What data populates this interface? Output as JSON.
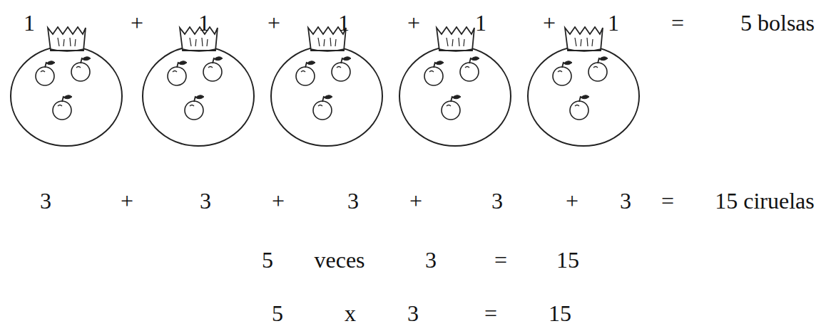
{
  "diagram": {
    "labels": [
      "1",
      "+",
      "1",
      "+",
      "1",
      "+",
      "1",
      "+",
      "1",
      "=",
      "5 bolsas",
      "3",
      "+",
      "3",
      "+",
      "3",
      "+",
      "3",
      "+",
      "3",
      "=",
      "15 ciruelas",
      "5",
      "veces",
      "3",
      "=",
      "15",
      "5",
      "x",
      "3",
      "=",
      "15"
    ]
  }
}
